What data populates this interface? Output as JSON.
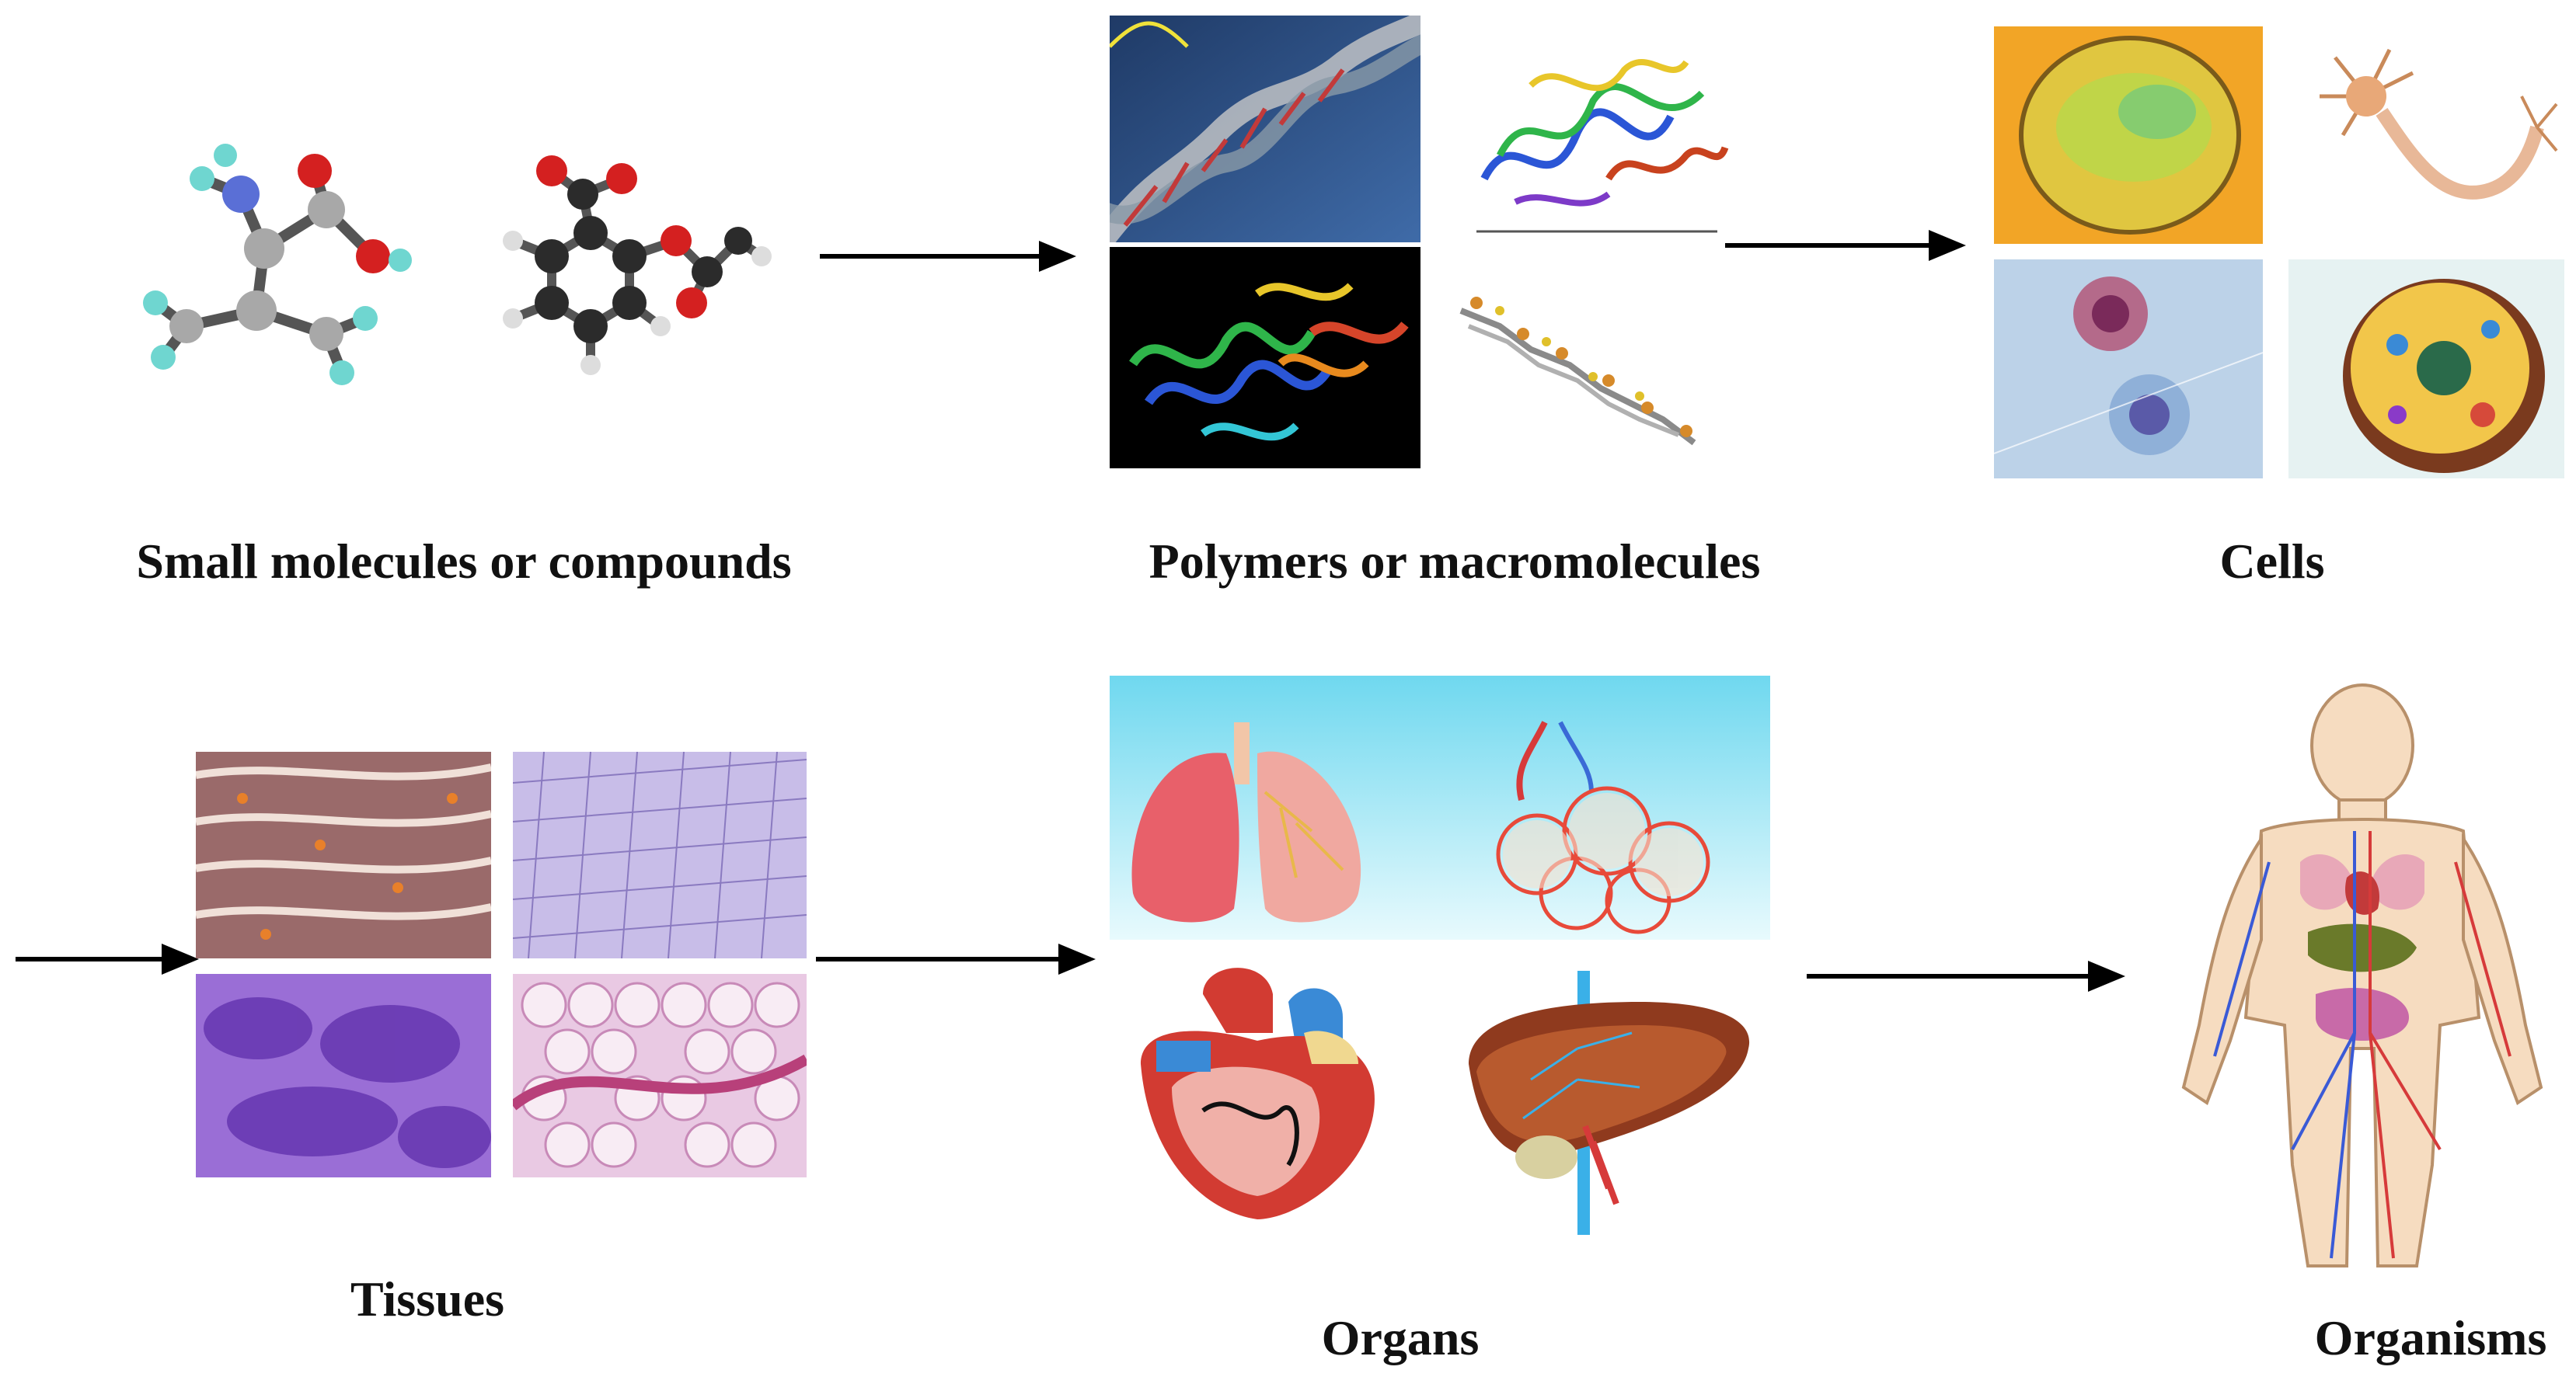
{
  "stages": {
    "small_molecules": {
      "label": "Small molecules or compounds"
    },
    "polymers": {
      "label": "Polymers or macromolecules"
    },
    "cells": {
      "label": "Cells"
    },
    "tissues": {
      "label": "Tissues"
    },
    "organs": {
      "label": "Organs"
    },
    "organisms": {
      "label": "Organisms"
    }
  },
  "colors": {
    "arrow": "#000000",
    "label_text": "#111111",
    "atom_carbon": "#2b2b2b",
    "atom_oxygen": "#d42020",
    "atom_hydrogen": "#6fd6d0",
    "atom_nitrogen": "#5a6fd6",
    "dna_background": "#1f3a66",
    "protein_background": "#000000",
    "cell_orange": "#f2a526",
    "organ_sky": "#6fd8ef",
    "lung_red": "#e8606a",
    "heart_red": "#d23b32",
    "liver_brown": "#8f3a1e",
    "body_skin": "#f6dcc0",
    "tissue_purple": "#7c4fc2",
    "tissue_pink": "#e9c9e3"
  },
  "images": [
    "small-molecule-ball-stick-image",
    "aromatic-molecule-ball-stick-image",
    "dna-helix-image",
    "protein-ribbon-image",
    "protein-ribbon-dark-image",
    "polymer-chain-image",
    "egg-cell-image",
    "neuron-image",
    "blood-cells-image",
    "cell-cross-section-image",
    "muscle-tissue-image",
    "epithelial-tissue-image",
    "stained-tissue-image",
    "adipose-tissue-image",
    "lungs-image",
    "alveoli-image",
    "heart-image",
    "liver-image",
    "human-body-image"
  ]
}
